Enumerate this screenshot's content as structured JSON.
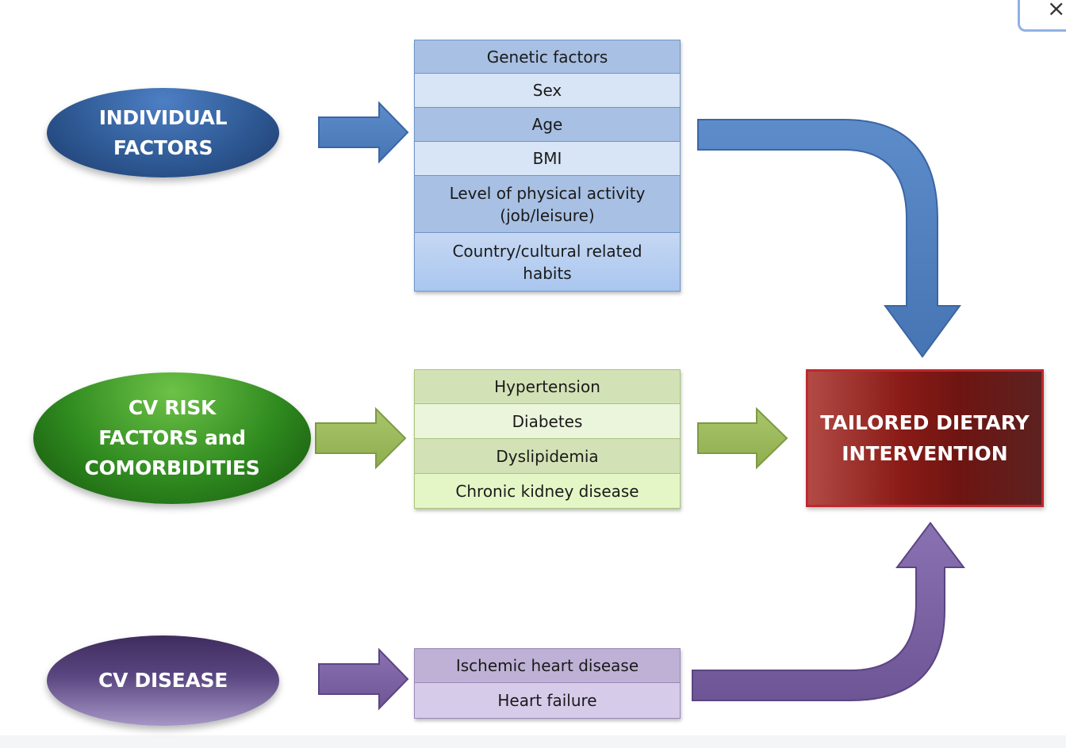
{
  "categories": {
    "individual": "INDIVIDUAL\nFACTORS",
    "risk": "CV RISK\nFACTORS and\nCOMORBIDITIES",
    "disease": "CV DISEASE"
  },
  "individual_factors": [
    "Genetic factors",
    "Sex",
    "Age",
    "BMI",
    "Level of physical activity\n(job/leisure)",
    "Country/cultural related\nhabits"
  ],
  "risk_factors": [
    "Hypertension",
    "Diabetes",
    "Dyslipidemia",
    "Chronic kidney disease"
  ],
  "diseases": [
    "Ischemic heart disease",
    "Heart failure"
  ],
  "outcome": "TAILORED DIETARY\nINTERVENTION",
  "close_icon": "×",
  "colors": {
    "blue_arrow": "#4f7ebd",
    "green_arrow": "#9bbb59",
    "purple_arrow": "#7b62a3",
    "outcome_fill": "#8a1b17"
  }
}
